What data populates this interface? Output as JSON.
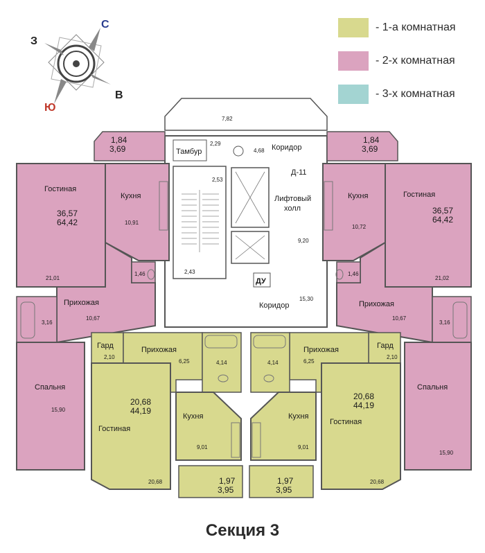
{
  "colors": {
    "one_room": "#d8d98e",
    "two_room": "#dba3bf",
    "three_room": "#a3d4d2",
    "common": "#ffffff",
    "wall": "#555555"
  },
  "compass": {
    "north": "С",
    "south": "Ю",
    "west": "З",
    "east": "В"
  },
  "legend": [
    {
      "color_key": "one_room",
      "label": "- 1-а комнатная"
    },
    {
      "color_key": "two_room",
      "label": "- 2-х комнатная"
    },
    {
      "color_key": "three_room",
      "label": "- 3-х комнатная"
    }
  ],
  "section_title": "Секция 3",
  "common": {
    "tambur": "Тамбур",
    "tambur_area": "2,29",
    "top_balcony_area": "7,82",
    "corridor_top": "Коридор",
    "corridor_top_area": "4,68",
    "d11": "Д-11",
    "lift_hall": "Лифтовый",
    "lift_hall_2": "холл",
    "lift_hall_area": "9,20",
    "stair_area_top": "2,53",
    "stair_area_bottom": "2,43",
    "du": "ДУ",
    "corridor_bottom": "Коридор",
    "corridor_bottom_area": "15,30"
  },
  "apt_left_two": {
    "balcony_area": "1,84",
    "balcony_total": "3,69",
    "living": "Гостиная",
    "living_area": "21,01",
    "total": "36,57",
    "total_full": "64,42",
    "kitchen": "Кухня",
    "kitchen_area": "10,91",
    "wc_area": "1,46",
    "bath_area": "3,16",
    "hall": "Прихожая",
    "hall_area": "10,67",
    "bedroom": "Спальня",
    "bedroom_area": "15,90"
  },
  "apt_right_two": {
    "balcony_area": "1,84",
    "balcony_total": "3,69",
    "living": "Гостиная",
    "living_area": "21,02",
    "total": "36,57",
    "total_full": "64,42",
    "kitchen": "Кухня",
    "kitchen_area": "10,72",
    "wc_area": "1,46",
    "bath_area": "3,16",
    "hall": "Прихожая",
    "hall_area": "10,67",
    "bedroom": "Спальня",
    "bedroom_area": "15,90"
  },
  "apt_left_one": {
    "wardrobe": "Гард",
    "wardrobe_area": "2,10",
    "hall": "Прихожая",
    "hall_area": "6,25",
    "bath_area": "4,14",
    "total": "20,68",
    "total_full": "44,19",
    "living": "Гостиная",
    "living_area": "20,68",
    "kitchen": "Кухня",
    "kitchen_area": "9,01",
    "balcony_area": "1,97",
    "balcony_total": "3,95"
  },
  "apt_right_one": {
    "wardrobe": "Гард",
    "wardrobe_area": "2,10",
    "hall": "Прихожая",
    "hall_area": "6,25",
    "bath_area": "4,14",
    "total": "20,68",
    "total_full": "44,19",
    "living": "Гостиная",
    "living_area": "20,68",
    "kitchen": "Кухня",
    "kitchen_area": "9,01",
    "balcony_area": "1,97",
    "balcony_total": "3,95"
  }
}
